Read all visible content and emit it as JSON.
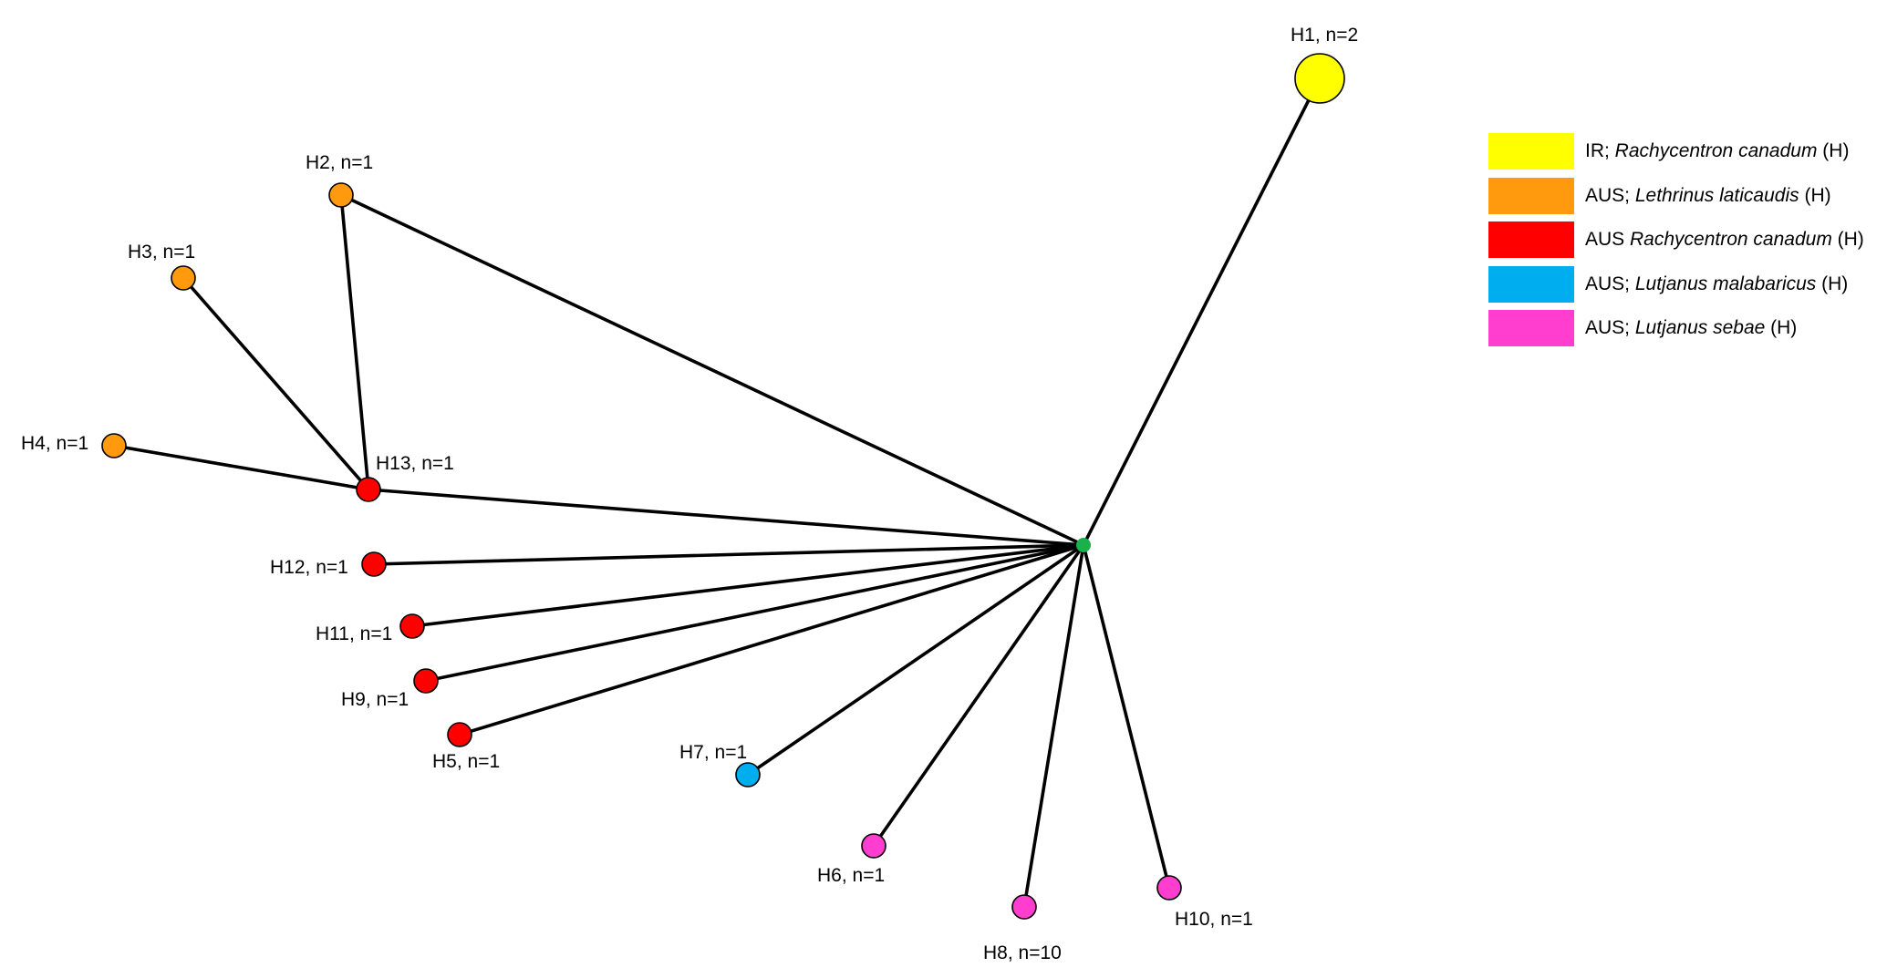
{
  "colors": {
    "hub": "#1bb14a",
    "ir_rachycentron": "#ffff00",
    "aus_lethrinus": "#ff9a0e",
    "aus_rachycentron": "#ff0000",
    "aus_lutjanus_malabaricus": "#00adee",
    "aus_lutjanus_sebae": "#ff3dce"
  },
  "legend": [
    {
      "prefix": "IR; ",
      "species": "Rachycentron canadum",
      "suffix": " (H)",
      "color": "#ffff00"
    },
    {
      "prefix": "AUS; ",
      "species": "Lethrinus laticaudis",
      "suffix": " (H)",
      "color": "#ff9a0e"
    },
    {
      "prefix": "AUS ",
      "species": "Rachycentron canadum",
      "suffix": " (H)",
      "color": "#ff0000"
    },
    {
      "prefix": "AUS; ",
      "species": "Lutjanus malabaricus",
      "suffix": " (H)",
      "color": "#00adee"
    },
    {
      "prefix": "AUS; ",
      "species": "Lutjanus sebae",
      "suffix": " (H)",
      "color": "#ff3dce"
    }
  ],
  "haplotypes": [
    {
      "id": "H1",
      "label": "H1, n=2",
      "group": "ir_rachycentron"
    },
    {
      "id": "H2",
      "label": "H2, n=1",
      "group": "aus_lethrinus"
    },
    {
      "id": "H3",
      "label": "H3, n=1",
      "group": "aus_lethrinus"
    },
    {
      "id": "H4",
      "label": "H4, n=1",
      "group": "aus_lethrinus"
    },
    {
      "id": "H13",
      "label": "H13, n=1",
      "group": "aus_rachycentron"
    },
    {
      "id": "H12",
      "label": "H12, n=1",
      "group": "aus_rachycentron"
    },
    {
      "id": "H11",
      "label": "H11, n=1",
      "group": "aus_rachycentron"
    },
    {
      "id": "H9",
      "label": "H9, n=1",
      "group": "aus_rachycentron"
    },
    {
      "id": "H5",
      "label": "H5, n=1",
      "group": "aus_rachycentron"
    },
    {
      "id": "H7",
      "label": "H7, n=1",
      "group": "aus_lutjanus_malabaricus"
    },
    {
      "id": "H6",
      "label": "H6, n=1",
      "group": "aus_lutjanus_sebae"
    },
    {
      "id": "H8",
      "label": "H8, n=10",
      "group": "aus_lutjanus_sebae"
    },
    {
      "id": "H10",
      "label": "H10, n=1",
      "group": "aus_lutjanus_sebae"
    }
  ],
  "edges": [
    [
      "HUB",
      "H1"
    ],
    [
      "HUB",
      "H2"
    ],
    [
      "HUB",
      "H13"
    ],
    [
      "HUB",
      "H12"
    ],
    [
      "HUB",
      "H11"
    ],
    [
      "HUB",
      "H9"
    ],
    [
      "HUB",
      "H5"
    ],
    [
      "HUB",
      "H7"
    ],
    [
      "HUB",
      "H6"
    ],
    [
      "HUB",
      "H8"
    ],
    [
      "HUB",
      "H10"
    ],
    [
      "H13",
      "H2"
    ],
    [
      "H13",
      "H3"
    ],
    [
      "H13",
      "H4"
    ]
  ]
}
